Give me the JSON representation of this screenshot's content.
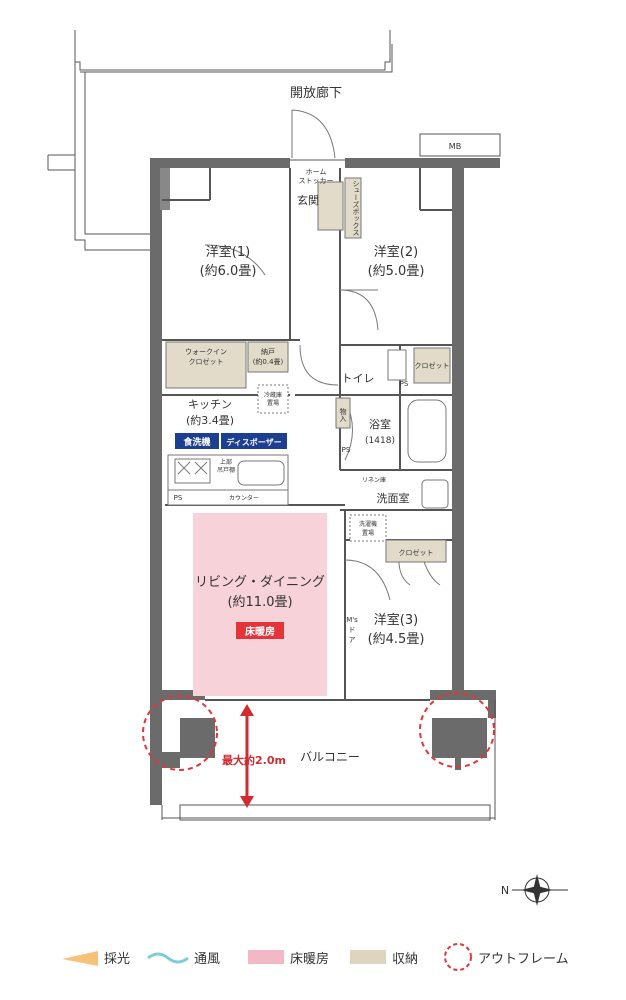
{
  "corridor": "開放廊下",
  "mb": "MB",
  "rooms": {
    "western1": {
      "name": "洋室(1)",
      "size": "(約6.0畳)"
    },
    "western2": {
      "name": "洋室(2)",
      "size": "(約5.0畳)"
    },
    "western3": {
      "name": "洋室(3)",
      "size": "(約4.5畳)"
    },
    "living": {
      "name": "リビング・ダイニング",
      "size": "(約11.0畳)"
    },
    "kitchen": {
      "name": "キッチン",
      "size": "(約3.4畳)"
    },
    "bath": {
      "name": "浴室",
      "size": "(1418)"
    },
    "washroom": "洗面室",
    "toilet": "トイレ",
    "entrance": "玄関"
  },
  "storage": {
    "walkin_line1": "ウォークイン",
    "walkin_line2": "クロゼット",
    "nando": "納戸",
    "nando_size": "(約0.4畳)",
    "closet_toilet": "クロゼット",
    "closet_wash": "クロゼット",
    "shoes_box": "シューズボックス",
    "home_stocker_line1": "ホーム",
    "home_stocker_line2": "ストッカー",
    "storage_mono": "物入"
  },
  "small_labels": {
    "fridge_line1": "冷蔵庫",
    "fridge_line2": "置場",
    "washer_line1": "洗濯機",
    "washer_line2": "置場",
    "counter": "カウンター",
    "ps_kitchen": "PS",
    "ps_toilet": "PS",
    "ps_bath": "PS",
    "sink_line1": "上部",
    "sink_line2": "吊戸棚",
    "tank": "リネン庫",
    "ms_door_line1": "M's",
    "ms_door_line2": "ド",
    "ms_door_line3": "ア"
  },
  "badges": {
    "dishwasher": "食洗機",
    "disposer": "ディスポーザー",
    "floor_heating": "床暖房"
  },
  "balcony": "バルコニー",
  "balcony_depth": "最大約2.0m",
  "compass": "N",
  "legend": [
    {
      "label": "採光",
      "color": "#f6c27a"
    },
    {
      "label": "通風",
      "color": "#7ecdd6"
    },
    {
      "label": "床暖房",
      "color": "#f2b8c6"
    },
    {
      "label": "収納",
      "color": "#ddd5c0"
    },
    {
      "label": "アウトフレーム",
      "color": "#e3343a"
    }
  ],
  "colors": {
    "wall": "#6b6b6b",
    "floor_heat": "#f7d2d8",
    "storage": "#e2dbc9",
    "badge_blue": "#1d3f8f",
    "badge_red": "#e3343a"
  }
}
